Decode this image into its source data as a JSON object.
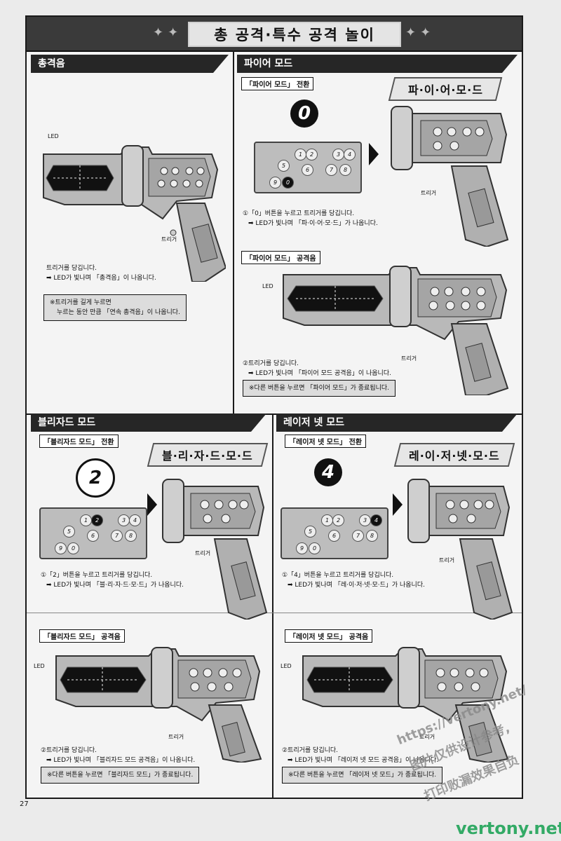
{
  "page_title": "총 공격·특수 공격 놀이",
  "page_number": "27",
  "labels": {
    "led": "LED",
    "trigger": "트리거"
  },
  "sections": {
    "shot_sound": {
      "heading": "총격음",
      "line1": "트리거를 당깁니다.",
      "line2": "➡ LED가 빛나며 「총격음」이 나옵니다.",
      "note1": "※트리거를 길게 누르면",
      "note2": "누르는 동안 만큼 「연속 총격음」이 나옵니다."
    },
    "fire": {
      "heading": "파이어 모드",
      "switch_label": "「파이어 모드」 전환",
      "number": "0",
      "mode_call": "파·이·어·모·드",
      "step1": "①「0」버튼을 누르고 트리거를 당깁니다.",
      "step1b": "➡ LED가 빛나며 「파·이·어·모·드」가 나옵니다.",
      "attack_label": "「파이어 모드」 공격음",
      "step2": "②트리거를 당깁니다.",
      "step2b": "➡ LED가 빛나며 「파이어 모드 공격음」이 나옵니다.",
      "note": "※다른 버튼을 누르면 「파이어 모드」가 종료됩니다."
    },
    "blizzard": {
      "heading": "블리자드 모드",
      "switch_label": "「블리자드 모드」 전환",
      "number": "2",
      "mode_call": "블·리·자·드·모·드",
      "step1": "①「2」버튼을 누르고 트리거를 당깁니다.",
      "step1b": "➡ LED가 빛나며 「블·리·자·드·모·드」가 나옵니다.",
      "attack_label": "「블리자드 모드」 공격음",
      "step2": "②트리거를 당깁니다.",
      "step2b": "➡ LED가 빛나며 「블리자드 모드 공격음」이 나옵니다.",
      "note": "※다른 버튼을 누르면 「블리자드 모드」가 종료됩니다."
    },
    "laser": {
      "heading": "레이저 넷 모드",
      "switch_label": "「레이저 넷 모드」 전환",
      "number": "4",
      "mode_call": "레·이·저·넷·모·드",
      "step1": "①「4」버튼을 누르고 트리거를 당깁니다.",
      "step1b": "➡ LED가 빛나며 「레·이·저·넷·모·드」가 나옵니다.",
      "attack_label": "「레이저 넷 모드」 공격음",
      "step2": "②트리거를 당깁니다.",
      "step2b": "➡ LED가 빛나며 「레이저 넷 모드 공격음」이 나옵니다.",
      "note": "※다른 버튼을 누르면 「레이저 넷 모드」가 종료됩니다."
    }
  },
  "keypad_keys": [
    "1",
    "2",
    "3",
    "4",
    "5",
    "6",
    "7",
    "8",
    "9",
    "0"
  ],
  "watermark": {
    "line1": "https://vertony.net/",
    "line2": "图片仅供设计参考,",
    "line3": "打印败漏效果自负",
    "site": "vertony.net"
  }
}
